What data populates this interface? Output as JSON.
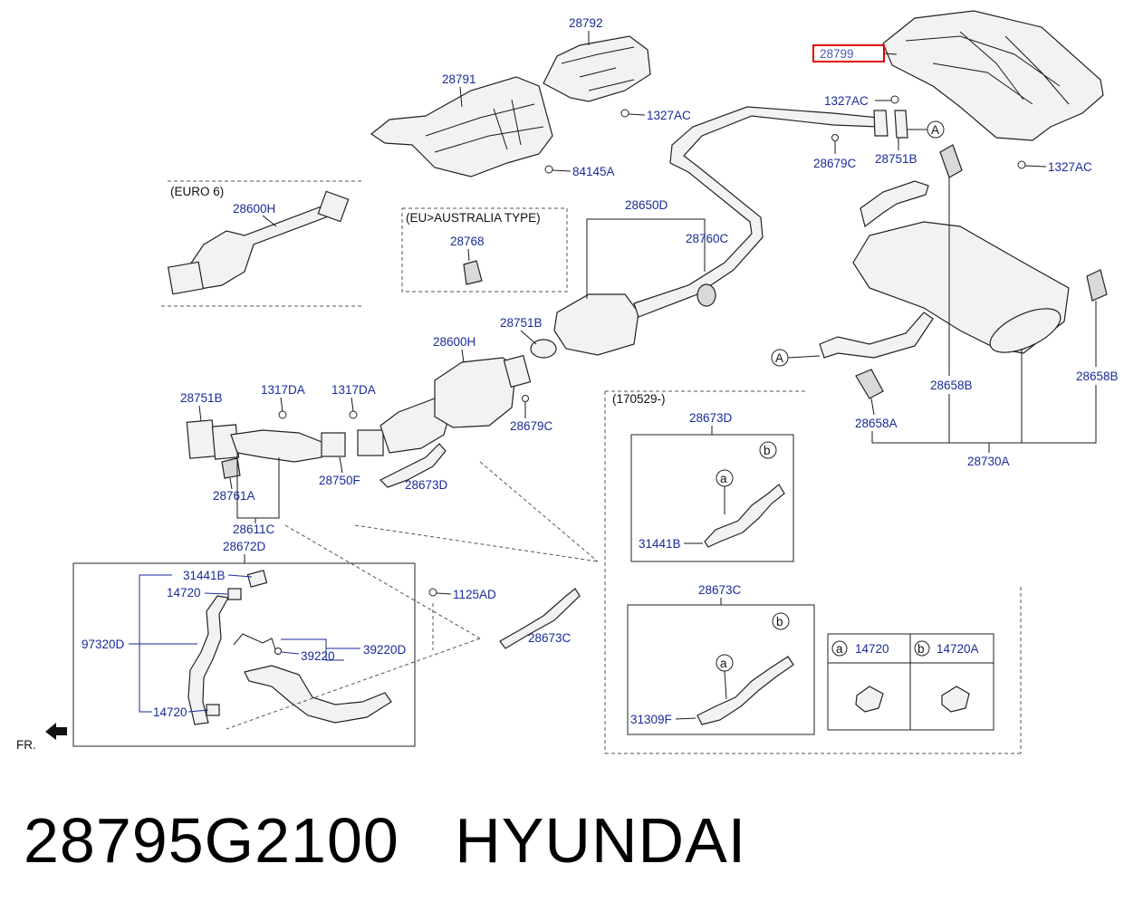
{
  "footer": {
    "part_number": "28795G2100",
    "brand": "HYUNDAI"
  },
  "headings": {
    "euro6": "(EURO 6)",
    "eu_australia": "(EU>AUSTRALIA TYPE)",
    "date_code": "(170529-)",
    "front": "FR."
  },
  "highlighted_label": "28799",
  "callouts": {
    "c28792": "28792",
    "c28791": "28791",
    "c1327AC_a": "1327AC",
    "c84145A": "84145A",
    "c1327AC_b": "1327AC",
    "c28679C_a": "28679C",
    "c28751B_a": "28751B",
    "cA_a": "A",
    "c1327AC_c": "1327AC",
    "c28600H_a": "28600H",
    "c28768": "28768",
    "c28650D": "28650D",
    "c28760C": "28760C",
    "c28751B_b": "28751B",
    "c28600H_b": "28600H",
    "c28751B_c": "28751B",
    "c1317DA_a": "1317DA",
    "c1317DA_b": "1317DA",
    "c28679C_b": "28679C",
    "c28750F": "28750F",
    "c28673D_a": "28673D",
    "c28761A": "28761A",
    "c28611C": "28611C",
    "c28672D": "28672D",
    "c31441B_a": "31441B",
    "c14720_a": "14720",
    "c97320D": "97320D",
    "c39220": "39220",
    "c39220D": "39220D",
    "c14720_b": "14720",
    "c1125AD": "1125AD",
    "c28673C_a": "28673C",
    "c28673D_b": "28673D",
    "c31441B_b": "31441B",
    "c28673C_b": "28673C",
    "c31309F": "31309F",
    "c14720_c": "14720",
    "c14720A": "14720A",
    "cA_b": "A",
    "c28658B_a": "28658B",
    "c28658B_b": "28658B",
    "c28658A": "28658A",
    "c28730A": "28730A"
  },
  "markers": {
    "a": "a",
    "b": "b"
  }
}
